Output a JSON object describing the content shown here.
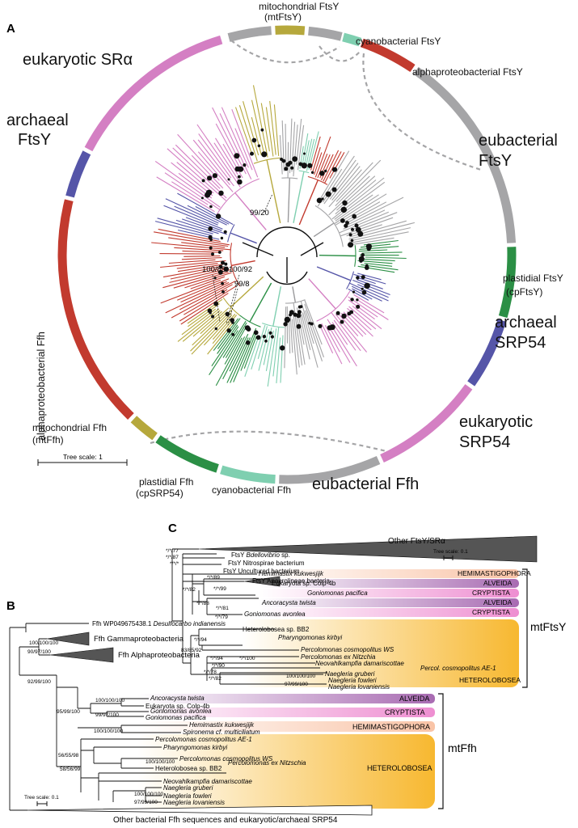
{
  "colors": {
    "eukaryotic": "#d47fc3",
    "archaeal": "#5555a8",
    "alphaproteo": "#c23a2e",
    "eubacterial": "#a5a5a7",
    "mito": "#b6a83c",
    "cyano": "#7fcfb0",
    "plastid": "#2b8f45",
    "dark": "#222222",
    "alveida": "#a86bb2",
    "cryptista": "#ee8ed1",
    "hemimastigophora": "#f9c3a6",
    "heterolobosea": "#f7b830"
  },
  "panel_a": {
    "letter": "A",
    "labels": {
      "mito_ftsy_l1": "mitochondrial FtsY",
      "mito_ftsy_l2": "(mtFtsY)",
      "cyano_ftsy": "cyanobacterial FtsY",
      "alpha_ftsy": "alphaproteobacterial FtsY",
      "eubac_ftsy_l1": "eubacterial",
      "eubac_ftsy_l2": "FtsY",
      "cp_ftsy_l1": "plastidial FtsY",
      "cp_ftsy_l2": "(cpFtsY)",
      "arch_srp54_l1": "archaeal",
      "arch_srp54_l2": "SRP54",
      "euk_srp54_l1": "eukaryotic",
      "euk_srp54_l2": "SRP54",
      "eubac_ffh": "eubacterial Ffh",
      "cyano_ffh": "cyanobacterial Ffh",
      "cp_ffh_l1": "plastidial Ffh",
      "cp_ffh_l2": "(cpSRP54)",
      "mt_ffh_l1": "mitochondrial Ffh",
      "mt_ffh_l2": "(mtFfh)",
      "alpha_ffh": "alphaproteobacterial Ffh",
      "arch_ftsy_l1": "archaeal",
      "arch_ftsy_l2": "FtsY",
      "euk_sra": "eukaryotic SRα",
      "support_1": "99/20",
      "support_2": "100/85",
      "support_3": "100/92",
      "support_4": "99/8",
      "tree_scale": "Tree scale: 1"
    }
  },
  "panel_c": {
    "letter": "C",
    "collapsed_top": "Other FtsY/SRα",
    "taxa": {
      "bdello_a": "FtsY",
      "bdello_b": "Bdellovibrio",
      "bdello_c": "sp.",
      "nitro": "FtsY Nitrospirae bacterium",
      "uncult": "FtsY Uncultured bacterium",
      "anaero": "FtsY Anaerolineae bacteria",
      "hemi": "Hemimastix kukwesjijk",
      "colp": "Eukaryota sp. Colp-4b",
      "gon_pac": "Goniomonas pacifica",
      "ancor": "Ancoracysta twista",
      "gon_avo": "Goniomonas avonlea",
      "hetbb2": "Heterolobosea sp. BB2",
      "phar": "Pharyngomonas kirbyi",
      "perc_ws": "Percolomonas cosmopolitus WS",
      "perc_nitz": "Percolomonas ex Nitzchia",
      "neo": "Neovahlkampfia damariscottae",
      "perc_ae1": "Percol. cosmopolitus AE-1",
      "nae_gru": "Naegleria gruberi",
      "nae_fow": "Naegleria fowleri",
      "nae_lov": "Naegleria lovaniensis"
    },
    "groups": {
      "hemimastigophora": "HEMIMASTIGOPHORA",
      "alveida_1": "ALVEIDA",
      "cryptista_1": "CRYPTISTA",
      "alveida_2": "ALVEIDA",
      "cryptista_2": "CRYPTISTA",
      "heterolobosea": "HETEROLOBOSEA"
    },
    "bracket_label": "mtFtsY",
    "supports": {
      "s1": "*/*/77",
      "s2": "*/*/87",
      "s3": "*/*/*",
      "s4": "*/*/89",
      "s5": "*/*/82",
      "s6": "*/*/99",
      "s7": "*/*/88",
      "s8": "*/*/81",
      "s9": "*/*/79",
      "s10": "*/*/94",
      "s11": "83/85/92",
      "s12": "*/*/100",
      "s13": "*/*/94",
      "s14": "*/*/90",
      "s15": "*/*/78",
      "s16": "*/*/82",
      "s17": "100/100/100",
      "s18": "97/99/100"
    },
    "tree_scale": "Tree scale: 0.1"
  },
  "panel_b": {
    "letter": "B",
    "taxa": {
      "desulfo_a": "Ffh WP049675438.1",
      "desulfo_b": "Desulfocarbo indianensis",
      "gamma": "Ffh Gammaproteobacteria",
      "alpha": "Ffh Alphaproteobacteria",
      "ancor": "Ancoracysta twista",
      "colp": "Eukaryota sp. Colp-4b",
      "gon_avo": "Goniomonas avonlea",
      "gon_pac": "Goniomonas pacifica",
      "hemi": "Hemimastix kukwesjijk",
      "spiro": "Spironema cf. multiciliatum",
      "perc_ae1": "Percolomonas cosmopolitus AE-1",
      "phar": "Pharyngomonas kirbyi",
      "perc_ws": "Percolomonas cosmopolitus WS",
      "hetbb2": "Heterolobosea sp. BB2",
      "perc_nitz": "Percolomonas ex Nitzschia",
      "neo": "Neovahlkampfia damariscottae",
      "nae_gru": "Naegleria gruberi",
      "nae_fow": "Naegleria fowleri",
      "nae_lov": "Naegleria lovaniensis"
    },
    "groups": {
      "alveida": "ALVEIDA",
      "cryptista": "CRYPTISTA",
      "hemimastigophora": "HEMIMASTIGOPHORA",
      "heterolobosea": "HETEROLOBOSEA"
    },
    "bracket_label": "mtFfh",
    "collapsed_bottom": "Other bacterial Ffh sequences and eukaryotic/archaeal SRP54",
    "supports": {
      "s1": "100/100/100",
      "s2": "90/97/100",
      "s3": "92/99/100",
      "s4": "100/100/100",
      "s5": "99/97/100",
      "s6": "95/99/100",
      "s7": "100/100/100",
      "s8": "56/55/98",
      "s9": "100/100/100",
      "s10": "58/56/99",
      "s11": "100/100/100",
      "s12": "97/99/100"
    },
    "tree_scale": "Tree scale: 0.1"
  }
}
